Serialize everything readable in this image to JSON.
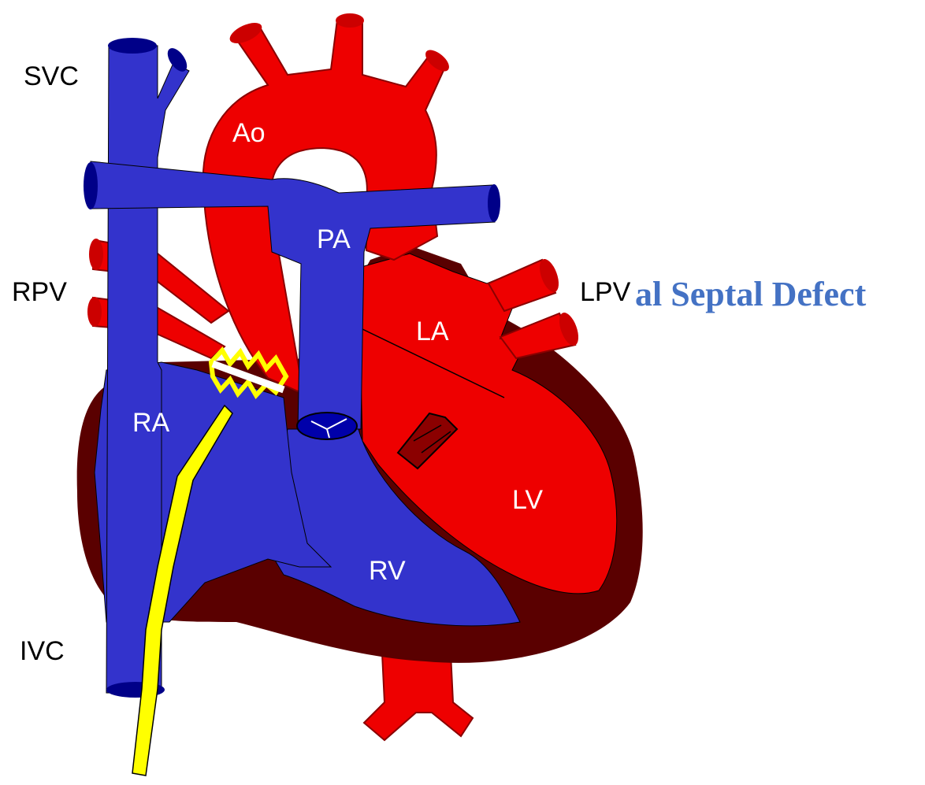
{
  "title": "al Septal Defect",
  "labels": {
    "svc": "SVC",
    "ao": "Ao",
    "pa": "PA",
    "rpv": "RPV",
    "lpv": "LPV",
    "la": "LA",
    "ra": "RA",
    "lv": "LV",
    "rv": "RV",
    "ivc": "IVC"
  },
  "colors": {
    "venous_blue": "#3333cc",
    "arterial_red": "#ee0000",
    "myocardium_dark": "#5a0000",
    "catheter_yellow": "#ffff00",
    "label_white": "#ffffff",
    "title_blue": "#4472c4"
  }
}
